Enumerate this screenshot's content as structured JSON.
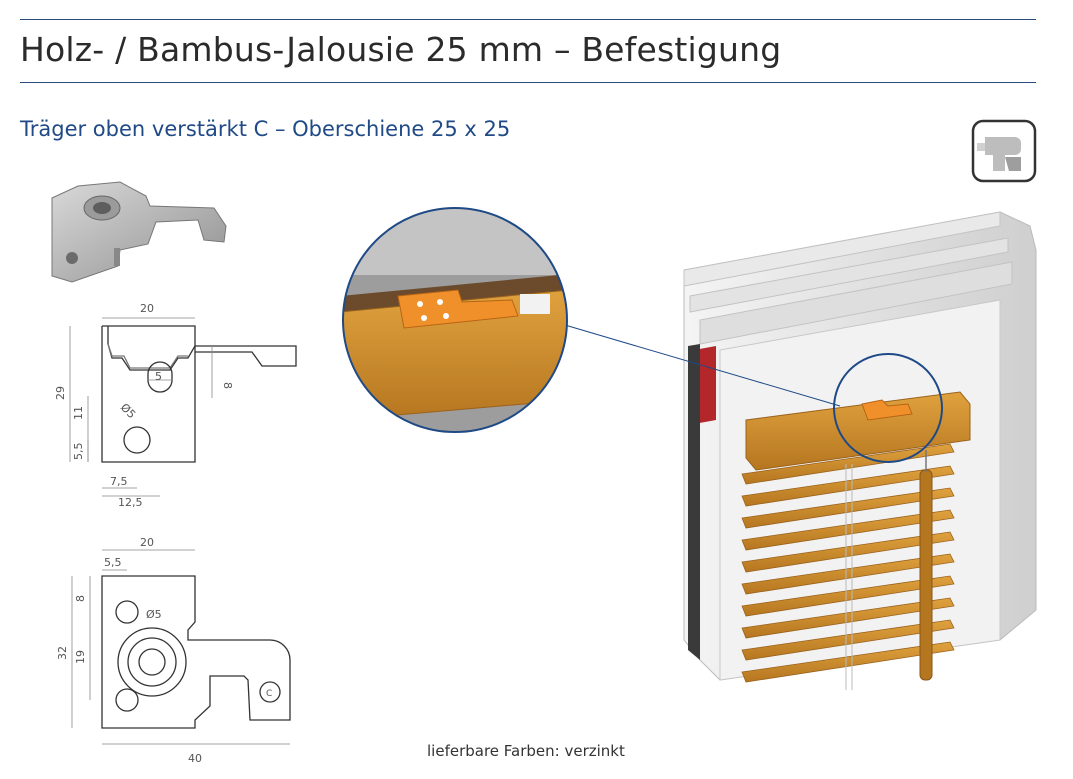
{
  "header": {
    "title": "Holz- / Bambus-Jalousie 25 mm – Befestigung",
    "subtitle": "Träger oben verstärkt C – Oberschiene 25 x 25"
  },
  "footer": {
    "colors_label": "lieferbare Farben: verzinkt"
  },
  "icons": {
    "tool": "drill-icon"
  },
  "colors": {
    "title_blue": "#1f4a86",
    "rule": "#2a4a78",
    "wood": "#c98a2c",
    "clip_orange": "#f0902a"
  },
  "drawing_side": {
    "width": "20",
    "height_total": "29",
    "height_mid": "11",
    "height_low": "5,5",
    "slot": "5",
    "slot_height": "8",
    "hole": "Ø5",
    "offset_a": "7,5",
    "offset_b": "12,5"
  },
  "drawing_top": {
    "width": "20",
    "offset": "5,5",
    "height_total": "32",
    "height_top": "8",
    "height_mid": "19",
    "hole": "Ø5",
    "length": "40",
    "mark": "C"
  }
}
